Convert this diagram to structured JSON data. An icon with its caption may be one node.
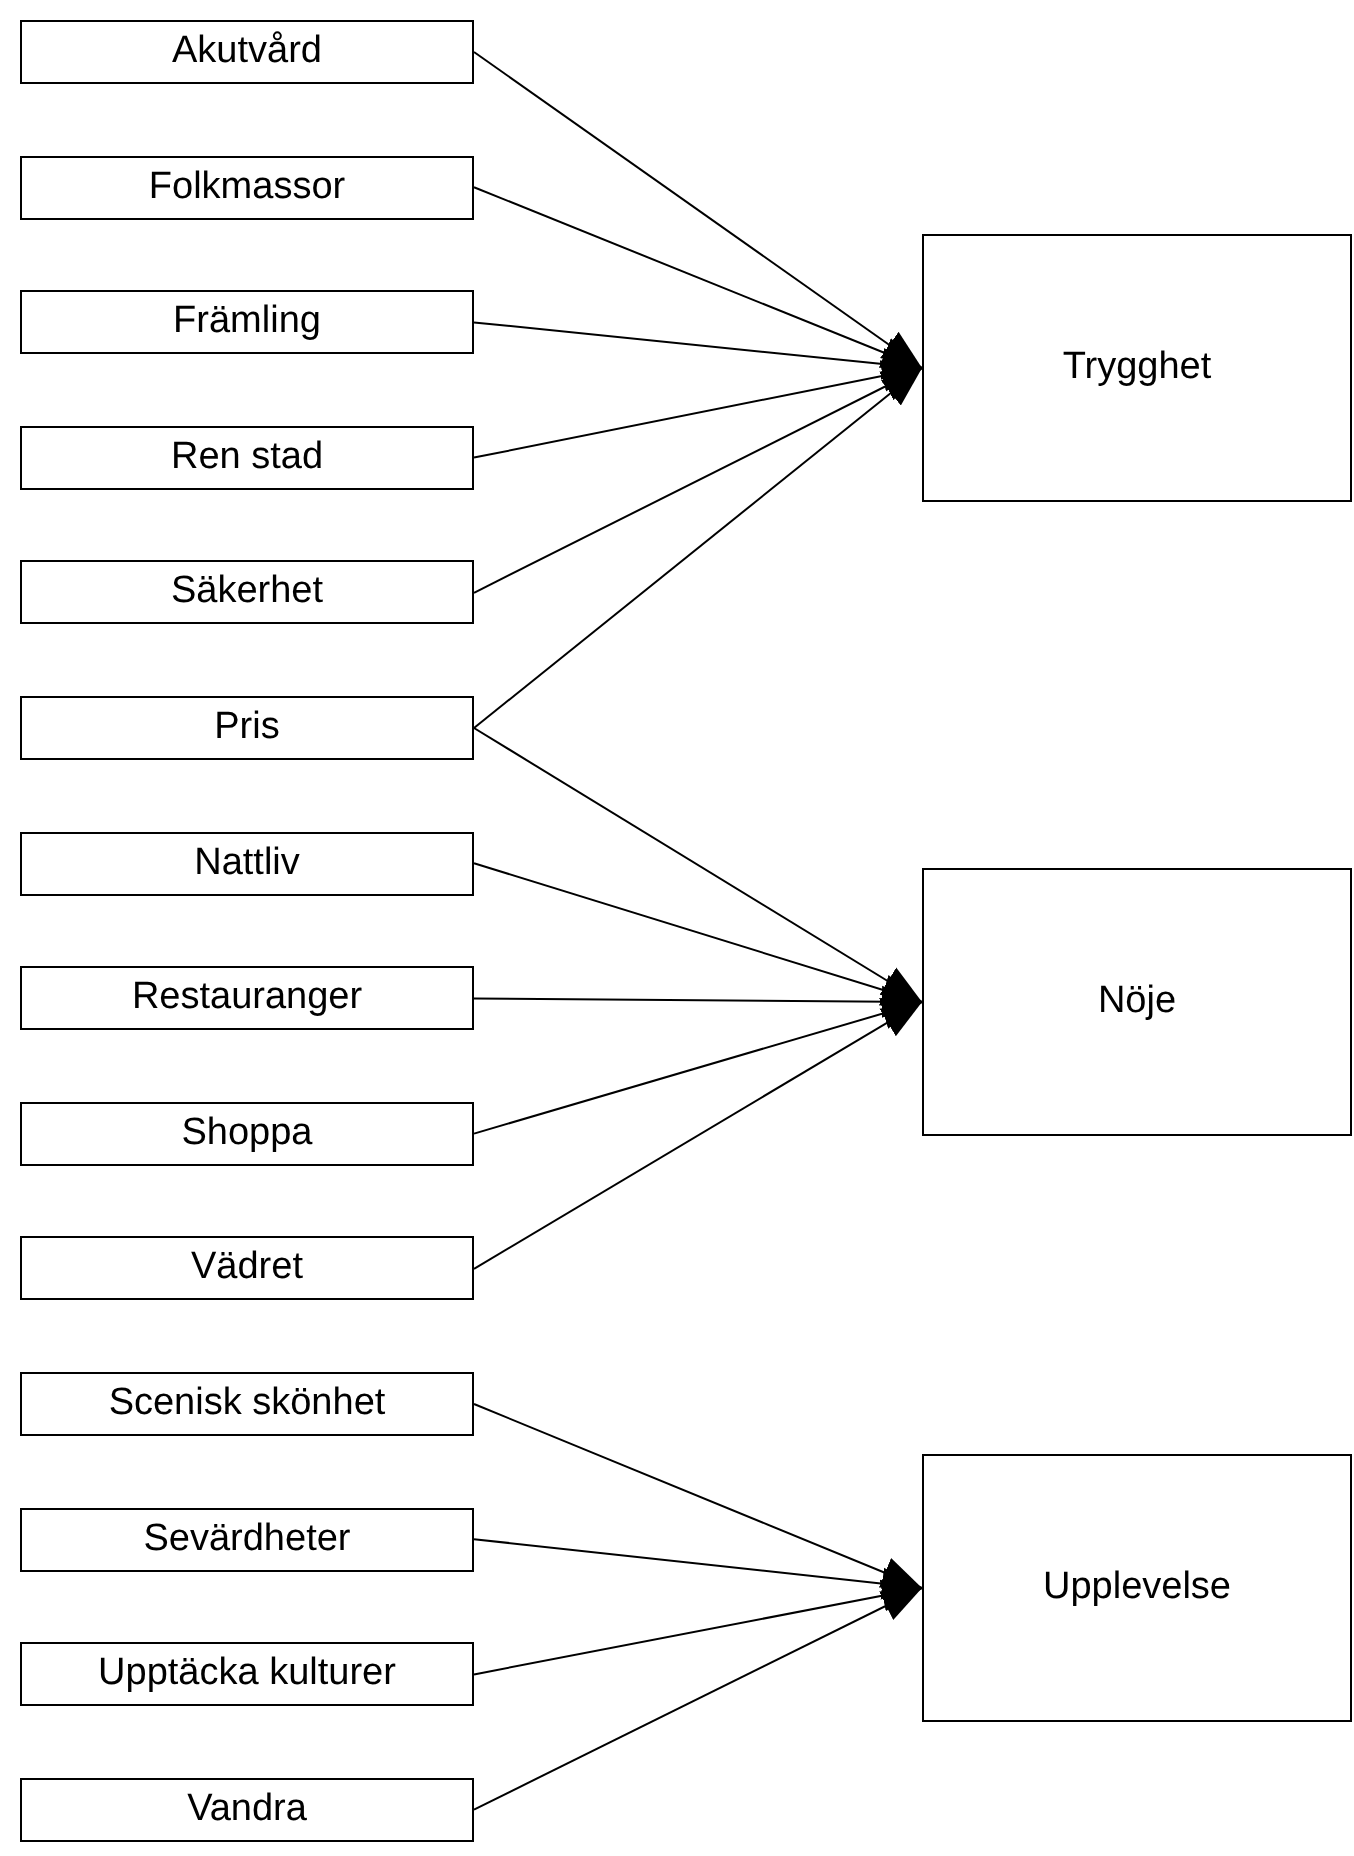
{
  "diagram": {
    "nodes": [
      {
        "text": [
          "Akutvård"
        ]
      },
      {
        "text": [
          "Folkmassor"
        ]
      },
      {
        "text": [
          "Främling"
        ]
      },
      {
        "text": [
          "Ren stad"
        ]
      },
      {
        "text": [
          "Säkerhet"
        ]
      },
      {
        "text": [
          "Pris"
        ]
      },
      {
        "text": [
          "Nattliv"
        ]
      },
      {
        "text": [
          "Restauranger"
        ]
      },
      {
        "text": [
          "Shoppa"
        ]
      },
      {
        "text": [
          "Vädret"
        ]
      },
      {
        "text": [
          "Scenisk skönhet"
        ]
      },
      {
        "text": [
          "Sevärdheter"
        ]
      },
      {
        "text": [
          "Upptäcka kulturer"
        ]
      },
      {
        "text": [
          "Vandra"
        ]
      },
      {
        "text": [
          "Trygghet"
        ]
      },
      {
        "text": [
          "Nöje"
        ]
      },
      {
        "text": [
          "Upplevelse"
        ]
      }
    ],
    "edges": [
      {
        "from": 0,
        "to": 14,
        "arrow": "to"
      },
      {
        "from": 1,
        "to": 14,
        "arrow": "to"
      },
      {
        "from": 2,
        "to": 14,
        "arrow": "to"
      },
      {
        "from": 3,
        "to": 14,
        "arrow": "to"
      },
      {
        "from": 4,
        "to": 14,
        "arrow": "to"
      },
      {
        "from": 5,
        "to": 14,
        "arrow": "to"
      },
      {
        "from": 5,
        "to": 15,
        "arrow": "to"
      },
      {
        "from": 6,
        "to": 15,
        "arrow": "to"
      },
      {
        "from": 7,
        "to": 15,
        "arrow": "to"
      },
      {
        "from": 8,
        "to": 15,
        "arrow": "to"
      },
      {
        "from": 9,
        "to": 15,
        "arrow": "to"
      },
      {
        "from": 10,
        "to": 16,
        "arrow": "to"
      },
      {
        "from": 11,
        "to": 16,
        "arrow": "to"
      },
      {
        "from": 12,
        "to": 16,
        "arrow": "to"
      },
      {
        "from": 13,
        "to": 16,
        "arrow": "to"
      }
    ]
  }
}
